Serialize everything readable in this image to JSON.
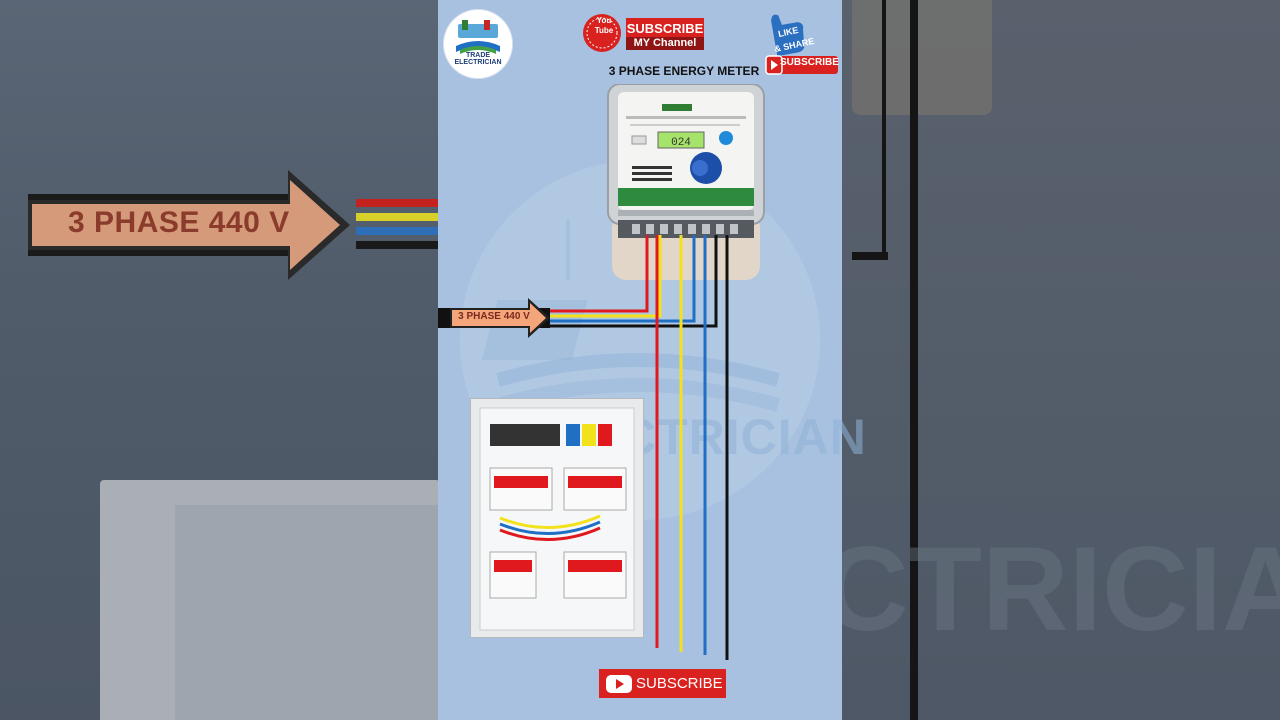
{
  "branding": {
    "logo_name": "TRADE ELECTRICIAN",
    "youtube_badge": "You Tube",
    "subscribe_line1": "SUBSCRIBE",
    "subscribe_line2": "MY Channel",
    "like_text": "LIKE",
    "share_text": "& SHARE",
    "like_subscribe": "SUBSCRIBE",
    "watermark": "CTRICIAN"
  },
  "diagram": {
    "meter_title": "3 PHASE ENERGY METER",
    "supply_label": "3 PHASE 440 V",
    "background_label": "3 PHASE 440 V",
    "background_watermark": "CTRICIAN"
  },
  "footer": {
    "subscribe_label": "SUBSCRIBE"
  },
  "colors": {
    "background_panel": "#a9c1e0",
    "red_phase": "#e0191e",
    "yellow_phase": "#f2e21c",
    "blue_phase": "#1f6fc4",
    "neutral": "#111111",
    "youtube_red": "#d9221f",
    "arrow_fill": "#f4a57a"
  },
  "icons": {
    "logo": "trade-electrician-logo",
    "youtube": "youtube-play-icon",
    "like": "thumbs-up-icon",
    "meter": "energy-meter-icon",
    "db": "distribution-board-icon"
  }
}
